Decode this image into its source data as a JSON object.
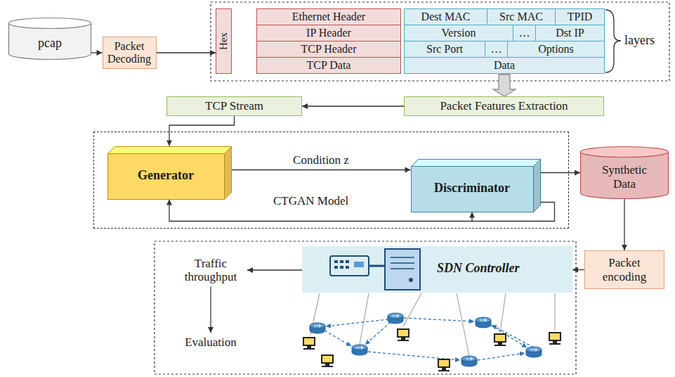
{
  "diagram": {
    "nodes": [
      {
        "text": [
          "pcap"
        ]
      },
      {
        "text": [
          "Packet Decoding"
        ]
      },
      {
        "text": [
          "Hex"
        ]
      },
      {
        "text": [
          "Ethernet Header"
        ]
      },
      {
        "text": [
          "Dest MAC"
        ]
      },
      {
        "text": [
          "Src MAC"
        ]
      },
      {
        "text": [
          "TPID"
        ]
      },
      {
        "text": [
          "IP Header"
        ]
      },
      {
        "text": [
          "Version"
        ]
      },
      {
        "text": [
          "…"
        ]
      },
      {
        "text": [
          "Dst IP"
        ]
      },
      {
        "text": [
          "TCP Header"
        ]
      },
      {
        "text": [
          "Src Port"
        ]
      },
      {
        "text": [
          "…"
        ]
      },
      {
        "text": [
          "Options"
        ]
      },
      {
        "text": [
          "TCP Data"
        ]
      },
      {
        "text": [
          "Data"
        ]
      },
      {
        "text": [
          "TCP Stream"
        ]
      },
      {
        "text": [
          "Packet Features Extraction"
        ]
      },
      {
        "text": [
          "CTGAN Model"
        ]
      },
      {
        "text": [
          "Generator"
        ],
        "in": 19
      },
      {
        "text": [
          "Discriminator"
        ],
        "in": 19
      },
      {
        "text": [
          "Synthetic Data"
        ]
      },
      {
        "text": [
          "Packet encoding"
        ]
      },
      {
        "text": [
          "SDN Controller"
        ]
      },
      {
        "text": [
          "Traffic throughput"
        ]
      },
      {
        "text": [
          "Evaluation"
        ]
      }
    ],
    "edges": [
      {
        "from": 0,
        "to": 1,
        "arrow": "to"
      },
      {
        "from": 1,
        "to": 2,
        "arrow": "to"
      },
      {
        "from": 16,
        "to": 18,
        "arrow": "to"
      },
      {
        "from": 18,
        "to": 17,
        "arrow": "to"
      },
      {
        "from": 17,
        "to": 20,
        "arrow": "to"
      },
      {
        "from": 20,
        "to": 21,
        "label": "Condition z",
        "arrow": "to"
      },
      {
        "from": 21,
        "to": 20,
        "arrow": "to"
      },
      {
        "from": 21,
        "to": 22,
        "arrow": "to"
      },
      {
        "from": 22,
        "to": 23,
        "arrow": "to"
      },
      {
        "from": 23,
        "to": 24,
        "arrow": "to"
      },
      {
        "from": 24,
        "to": 25,
        "arrow": "to"
      },
      {
        "from": 25,
        "to": 26,
        "arrow": "to"
      }
    ],
    "labels": [
      "layers"
    ]
  }
}
